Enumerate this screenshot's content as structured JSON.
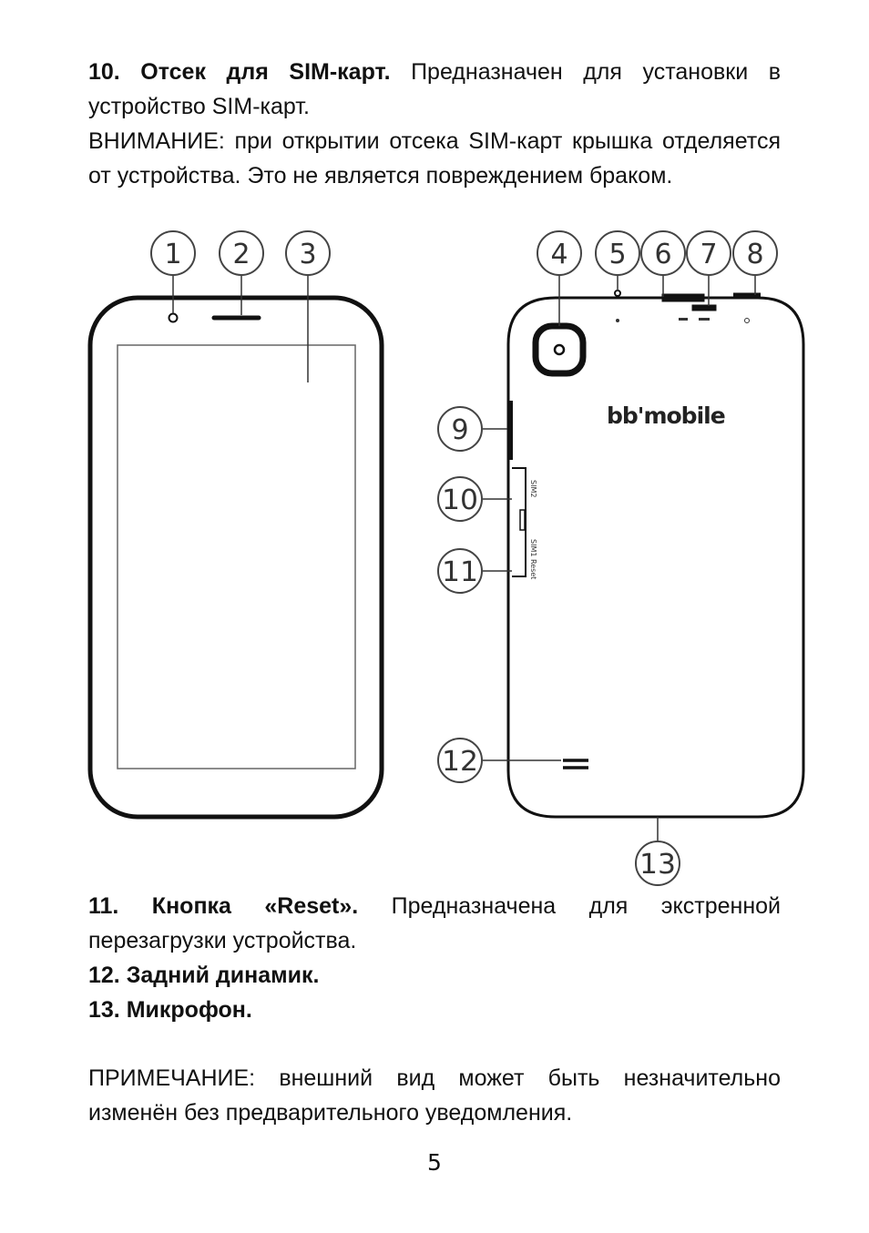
{
  "paragraphs": {
    "p1_lead": "10. Отсек для SIM-карт.",
    "p1_text": " Предназначен для установки в устройство SIM-карт.",
    "p2_text": "ВНИМАНИЕ: при открытии отсека SIM-карт крышка отделяется от устройства. Это не является повреждением браком.",
    "p3_lead": "11. Кнопка «Reset».",
    "p3_text": " Предназначена для экстренной перезагрузки устройства.",
    "p4_text": "12. Задний динамик.",
    "p5_text": "13. Микрофон.",
    "p6_text": "ПРИМЕЧАНИЕ: внешний вид может быть незначительно изменён без предварительного уведомления."
  },
  "diagram": {
    "callouts": [
      "1",
      "2",
      "3",
      "4",
      "5",
      "6",
      "7",
      "8",
      "9",
      "10",
      "11",
      "12",
      "13"
    ],
    "brand_logo": "bb'mobile",
    "side_labels": [
      "SIM2",
      "SIM1 Reset"
    ]
  },
  "page_number": "5"
}
